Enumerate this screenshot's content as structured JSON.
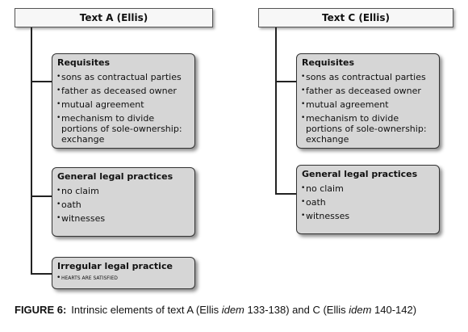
{
  "text_a": {
    "title": "Text A (Ellis)",
    "requisites": {
      "title": "Requisites",
      "items": [
        "sons as contractual parties",
        "father as deceased owner",
        "mutual agreement",
        "mechanism to divide portions of sole-ownership: exchange"
      ]
    },
    "general": {
      "title": "General legal practices",
      "items": [
        "no claim",
        "oath",
        "witnesses"
      ]
    },
    "irregular": {
      "title": "Irregular legal practice",
      "items": [
        "HEARTS ARE SATISFIED"
      ]
    }
  },
  "text_c": {
    "title": "Text C (Ellis)",
    "requisites": {
      "title": "Requisites",
      "items": [
        "sons as contractual parties",
        "father as deceased owner",
        "mutual agreement",
        "mechanism to divide portions of sole-ownership: exchange"
      ]
    },
    "general": {
      "title": "General legal practices",
      "items": [
        "no claim",
        "oath",
        "witnesses"
      ]
    }
  },
  "caption": {
    "label": "FIGURE 6:",
    "part1": "Intrinsic elements of text A (Ellis ",
    "idem1": "idem",
    "part2": " 133-138) and C (Ellis ",
    "idem2": "idem",
    "part3": " 140-142)"
  }
}
